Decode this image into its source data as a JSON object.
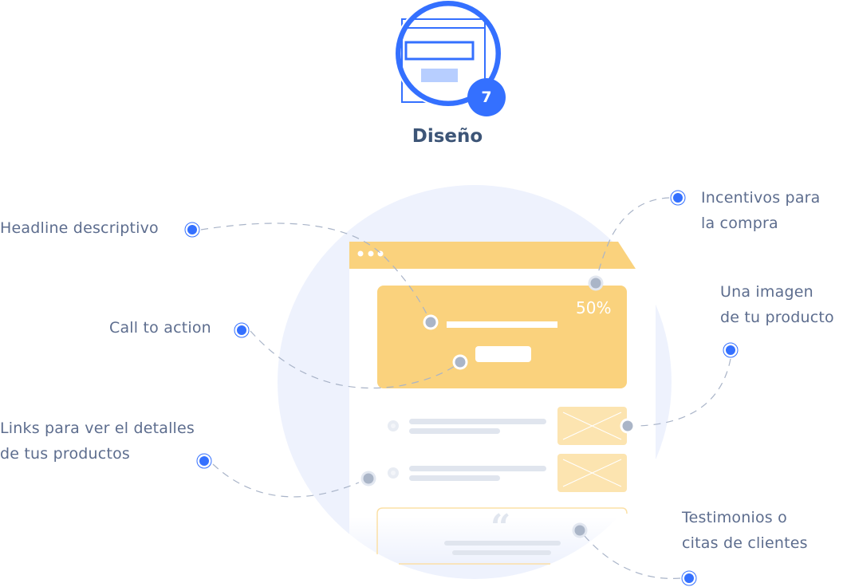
{
  "step": {
    "number": "7",
    "title": "Diseño"
  },
  "mockup": {
    "discount": "50%",
    "quote_mark": "“"
  },
  "callouts": [
    {
      "label_lines": [
        "Headline descriptivo"
      ]
    },
    {
      "label_lines": [
        "Call to action"
      ]
    },
    {
      "label_lines": [
        "Links para ver el detalles",
        "de tus productos"
      ]
    },
    {
      "label_lines": [
        "Incentivos para",
        "la compra"
      ]
    },
    {
      "label_lines": [
        "Una imagen",
        "de tu producto"
      ]
    },
    {
      "label_lines": [
        "Testimonios o",
        "citas de clientes"
      ]
    }
  ],
  "colors": {
    "accent": "#3470ff",
    "card": "#fad27d",
    "text": "#5d6d8e",
    "title": "#3d5577",
    "bg_circle": "#eef2fd"
  }
}
